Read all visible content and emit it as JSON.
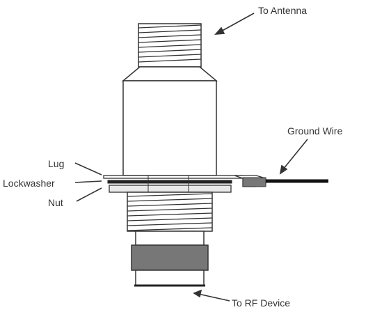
{
  "labels": {
    "to_antenna": "To Antenna",
    "ground_wire": "Ground Wire",
    "lug": "Lug",
    "lockwasher": "Lockwasher",
    "nut": "Nut",
    "to_rf_device": "To RF Device"
  },
  "colors": {
    "outline": "#333333",
    "band_fill": "#777777",
    "washer_fill": "#e9e9e9",
    "wire": "#111111",
    "label_text": "#333333"
  }
}
